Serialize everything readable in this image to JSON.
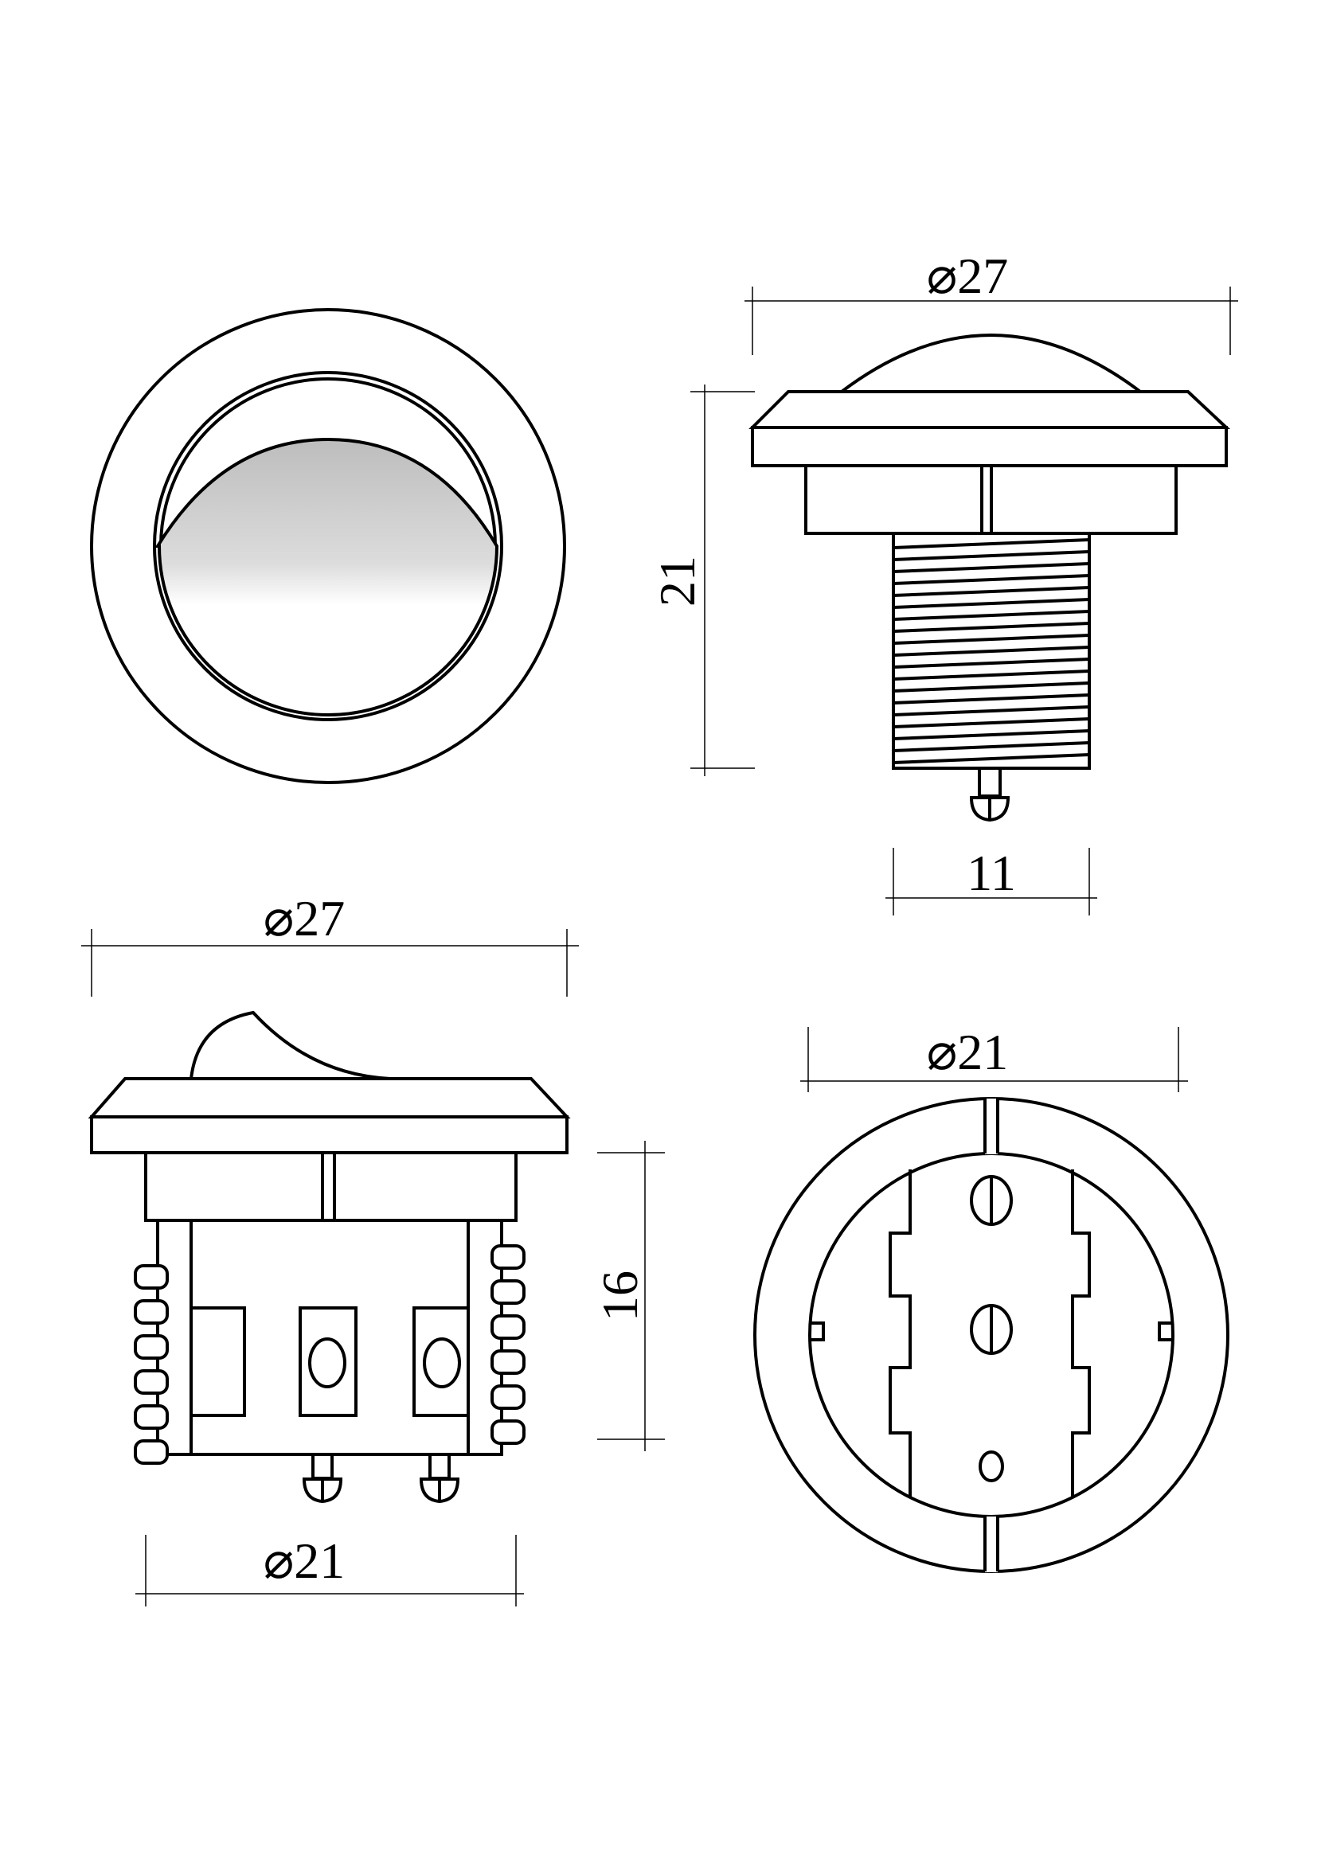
{
  "drawing": {
    "side_view_top": {
      "diameter_label": "⌀27",
      "height_label": "21",
      "thread_width_label": "11"
    },
    "side_view_bottom": {
      "diameter_top_label": "⌀27",
      "height_label": "16",
      "diameter_bottom_label": "⌀21"
    },
    "rear_view": {
      "diameter_label": "⌀21"
    }
  },
  "colors": {
    "line": "#000000",
    "paddle_gradient_top": "#bdbdbd",
    "paddle_gradient_bottom": "#ffffff"
  }
}
